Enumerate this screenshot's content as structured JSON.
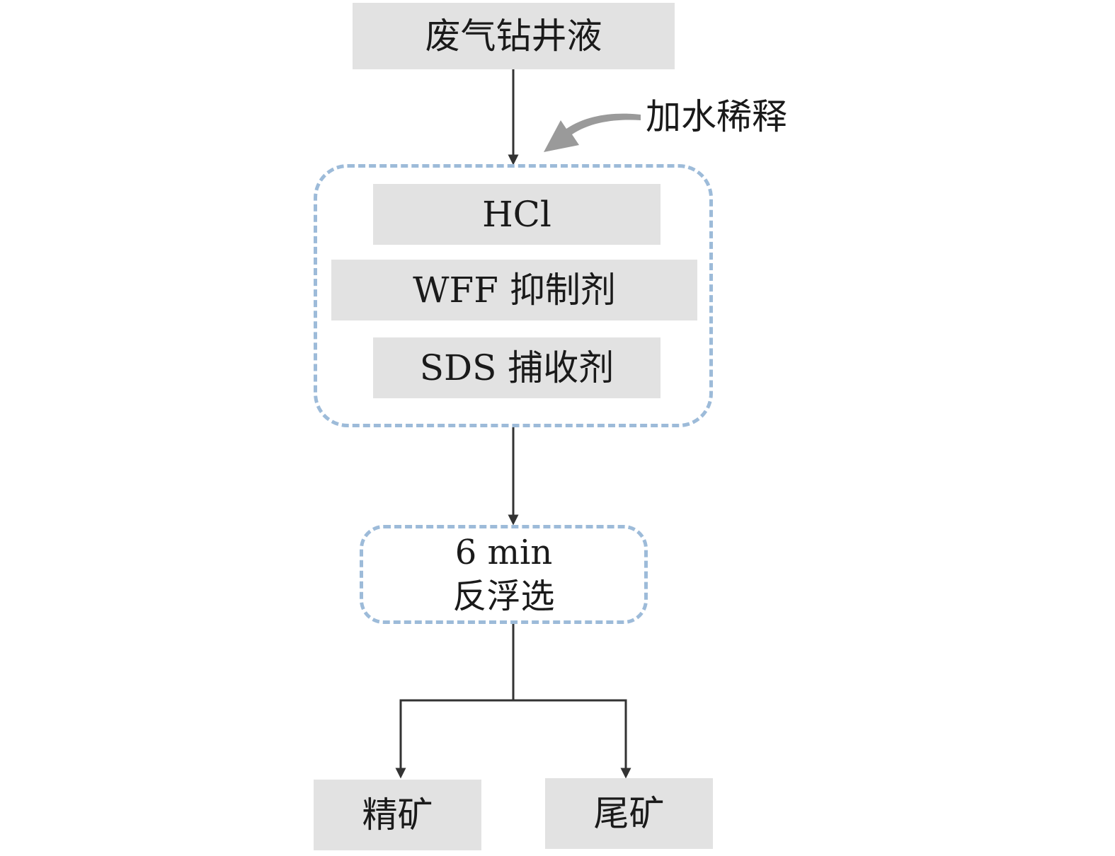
{
  "nodes": {
    "input": "废气钻井液",
    "dilution": "加水稀释",
    "reagent_1": "HCl",
    "reagent_2": "WFF 抑制剂",
    "reagent_3": "SDS 捕收剂",
    "process_time": "6 min",
    "process_name": "反浮选",
    "output_concentrate": "精矿",
    "output_tailings": "尾矿"
  },
  "colors": {
    "box_fill": "#e2e2e2",
    "dashed_border": "#9dbbd9",
    "arrow": "#333333",
    "curved_arrow": "#9a9a9a"
  }
}
